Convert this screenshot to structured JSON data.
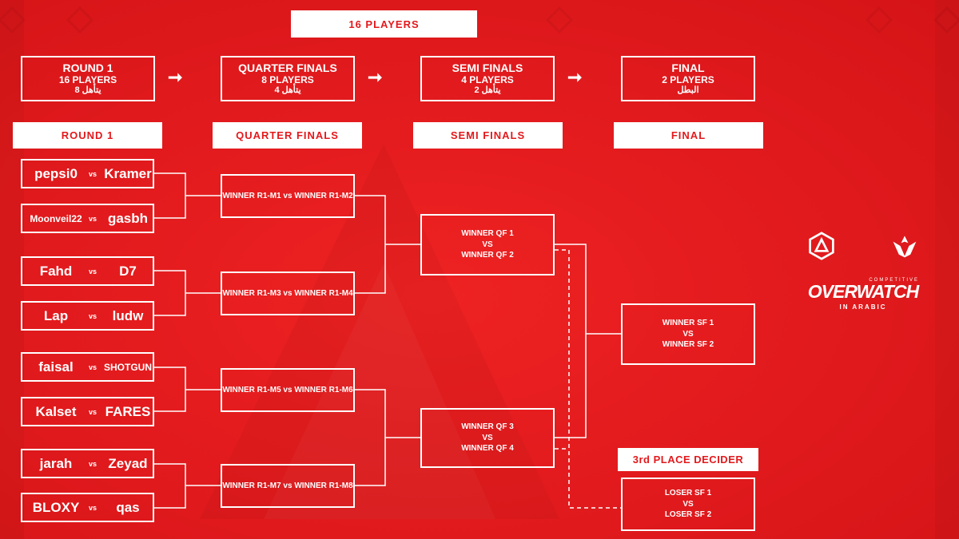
{
  "top_banner": "16 PLAYERS",
  "stages": [
    {
      "title": "ROUND 1",
      "players": "16 PLAYERS",
      "note": "يتأهل 8"
    },
    {
      "title": "QUARTER FINALS",
      "players": "8 PLAYERS",
      "note": "يتأهل 4"
    },
    {
      "title": "SEMI FINALS",
      "players": "4 PLAYERS",
      "note": "يتأهل 2"
    },
    {
      "title": "FINAL",
      "players": "2 PLAYERS",
      "note": "البطل"
    }
  ],
  "arrow_glyph": "➞",
  "column_headers": [
    "ROUND 1",
    "QUARTER FINALS",
    "SEMI FINALS",
    "FINAL"
  ],
  "vs_label": "vs",
  "round1": [
    {
      "p1": "pepsi0",
      "p2": "Kramer"
    },
    {
      "p1": "Moonveil22",
      "p2": "gasbh"
    },
    {
      "p1": "Fahd",
      "p2": "D7"
    },
    {
      "p1": "Lap",
      "p2": "ludw"
    },
    {
      "p1": "faisal",
      "p2": "SHOTGUN"
    },
    {
      "p1": "Kalset",
      "p2": "FARES"
    },
    {
      "p1": "jarah",
      "p2": "Zeyad"
    },
    {
      "p1": "BLOXY",
      "p2": "qas"
    }
  ],
  "quarter_finals": [
    "WINNER R1-M1 vs WINNER R1-M2",
    "WINNER R1-M3 vs WINNER R1-M4",
    "WINNER R1-M5 vs WINNER R1-M6",
    "WINNER R1-M7 vs WINNER R1-M8"
  ],
  "semi_finals": [
    {
      "a": "WINNER QF 1",
      "vs": "VS",
      "b": "WINNER QF 2"
    },
    {
      "a": "WINNER QF 3",
      "vs": "VS",
      "b": "WINNER QF 4"
    }
  ],
  "final": {
    "a": "WINNER SF 1",
    "vs": "VS",
    "b": "WINNER SF 2"
  },
  "third_place": {
    "header": "3rd PLACE DECIDER",
    "a": "LOSER SF 1",
    "vs": "VS",
    "b": "LOSER SF 2"
  },
  "logo": {
    "competitive": "COMPETITIVE",
    "title": "OVERWATCH",
    "subtitle": "IN ARABIC"
  },
  "colors": {
    "background": "#e3191c",
    "line": "#ffffff",
    "header_text": "#e3191c"
  }
}
